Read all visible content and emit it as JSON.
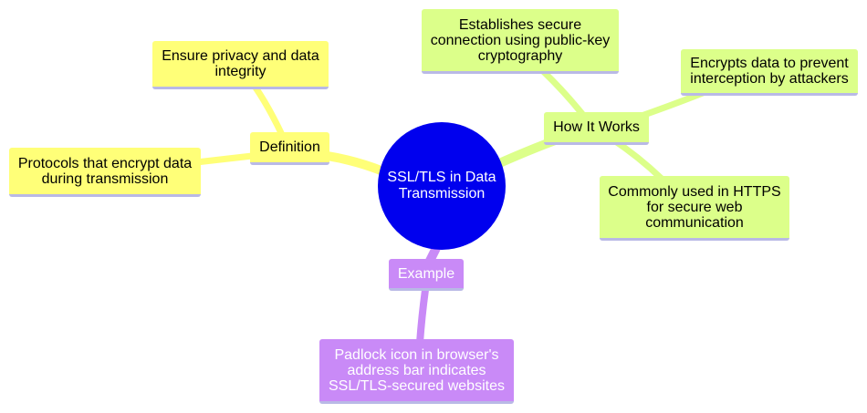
{
  "root": {
    "label": "SSL/TLS in Data Transmission",
    "color": "#0000ee"
  },
  "branches": {
    "definition": {
      "label": "Definition",
      "color": "#ffff78",
      "children": [
        "Ensure privacy and data integrity",
        "Protocols that encrypt data during transmission"
      ]
    },
    "how_it_works": {
      "label": "How It Works",
      "color": "#dcff8a",
      "children": [
        "Establishes secure connection using public-key cryptography",
        "Encrypts data to prevent interception by attackers",
        "Commonly used in HTTPS for secure web communication"
      ]
    },
    "example": {
      "label": "Example",
      "color": "#c98af7",
      "children": [
        "Padlock icon in browser's address bar indicates SSL/TLS-secured websites"
      ]
    }
  }
}
